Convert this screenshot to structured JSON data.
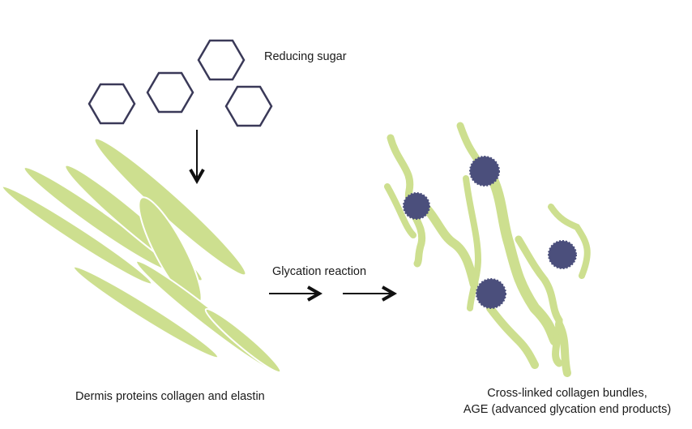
{
  "labels": {
    "sugar": "Reducing sugar",
    "reaction": "Glycation reaction",
    "dermis": "Dermis proteins collagen and elastin",
    "result_line1": "Cross-linked collagen bundles,",
    "result_line2": "AGE (advanced glycation end products)"
  },
  "colors": {
    "fiber": "#cddf8f",
    "age": "#4b4f7c",
    "hexagon": "#3a3958",
    "arrow": "#111111"
  }
}
